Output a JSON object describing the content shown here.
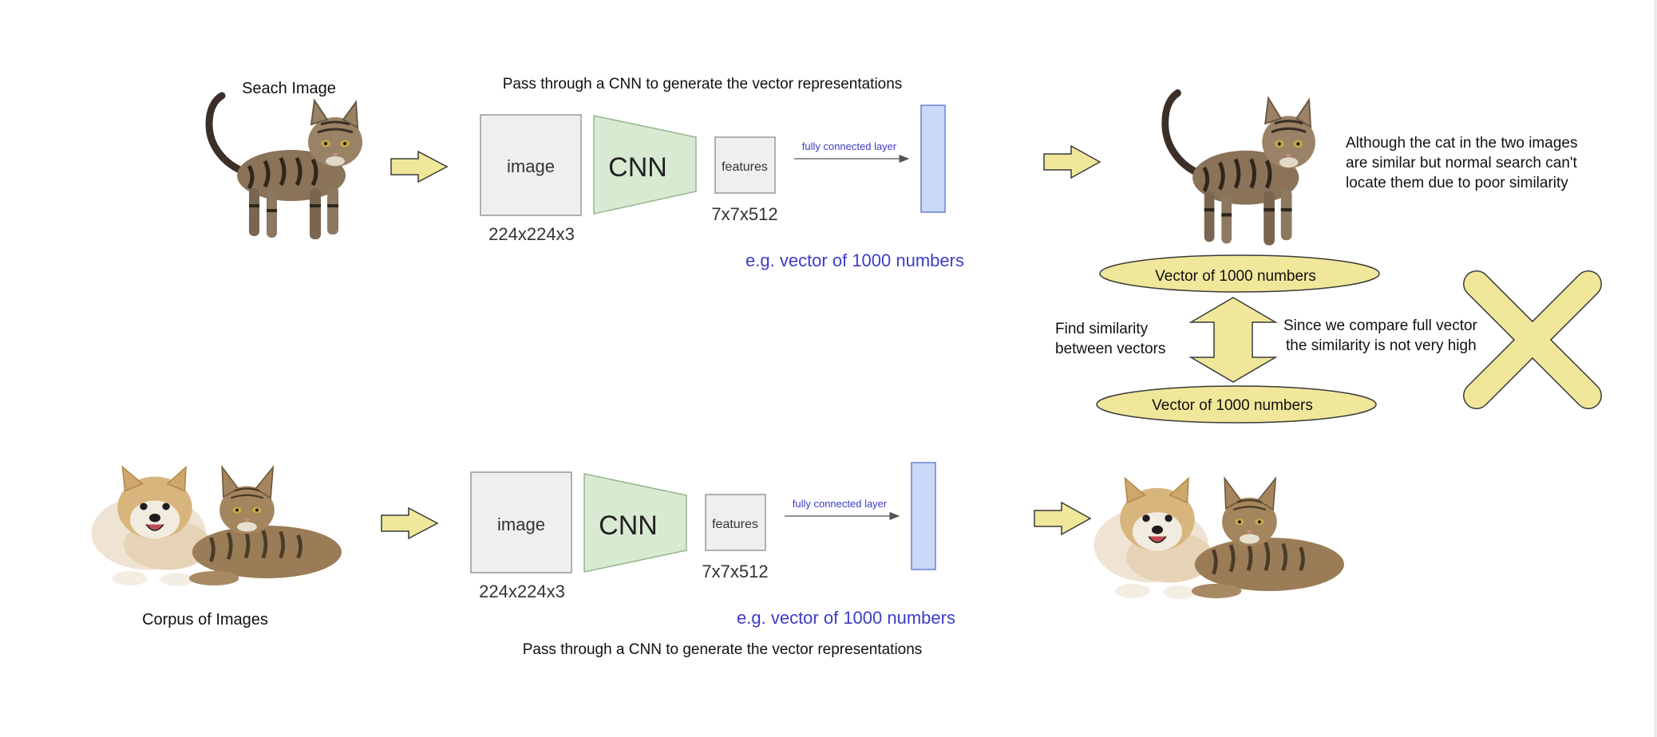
{
  "search_row": {
    "label": "Seach Image",
    "pipeline_caption": "Pass through a CNN to generate the vector representations",
    "image_box": "image",
    "image_dims": "224x224x3",
    "cnn_label": "CNN",
    "features_box": "features",
    "features_dims": "7x7x512",
    "fc_label": "fully connected layer",
    "vector_caption": "e.g. vector of 1000 numbers"
  },
  "corpus_row": {
    "label": "Corpus of Images",
    "pipeline_caption": "Pass through a CNN to generate the vector representations",
    "image_box": "image",
    "image_dims": "224x224x3",
    "cnn_label": "CNN",
    "features_box": "features",
    "features_dims": "7x7x512",
    "fc_label": "fully connected layer",
    "vector_caption": "e.g. vector of 1000 numbers"
  },
  "comparison": {
    "vector_top": "Vector of 1000 numbers",
    "vector_bottom": "Vector of 1000 numbers",
    "find_similarity": [
      "Find similarity",
      "between vectors"
    ],
    "full_vector_note": [
      "Since we compare full vector",
      "the similarity is not very high"
    ],
    "cat_note": [
      "Although the cat in the two images",
      "are similar but normal search can't",
      "locate them due to poor similarity"
    ]
  },
  "colors": {
    "arrow_fill": "#f0e79a",
    "arrow_stroke": "#3a3a3a",
    "box_fill": "#efefef",
    "box_stroke": "#999999",
    "cnn_fill": "#d9ead3",
    "cnn_stroke": "#93b78c",
    "vector_fill": "#c9daf8",
    "vector_stroke": "#6d7fd1",
    "blue_text": "#3c3cc8",
    "text": "#111111"
  }
}
